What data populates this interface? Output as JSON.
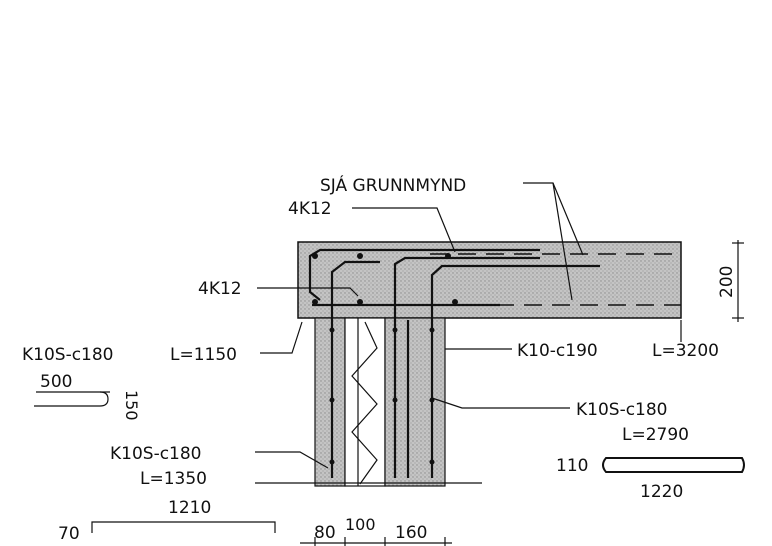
{
  "labels": {
    "sja_grunnmynd": "SJÁ GRUNNMYND",
    "top_4k12": "4K12",
    "mid_4k12": "4K12",
    "k10s_c180_top": "K10S-c180",
    "l_1150": "L=1150",
    "k10_c190": "K10-c190",
    "l_3200": "L=3200",
    "dim_200": "200",
    "bar_500": "500",
    "bar_150": "150",
    "k10s_c180_right": "K10S-c180",
    "l_2790": "L=2790",
    "bar_110": "110",
    "bar_1220": "1220",
    "k10s_c180_left": "K10S-c180",
    "l_1350": "L=1350",
    "bar_1210": "1210",
    "bar_70": "70",
    "dim_80": "80",
    "dim_100": "100",
    "dim_160": "160"
  },
  "colors": {
    "concrete_fill": "#b9b9b9",
    "line": "#111111"
  }
}
